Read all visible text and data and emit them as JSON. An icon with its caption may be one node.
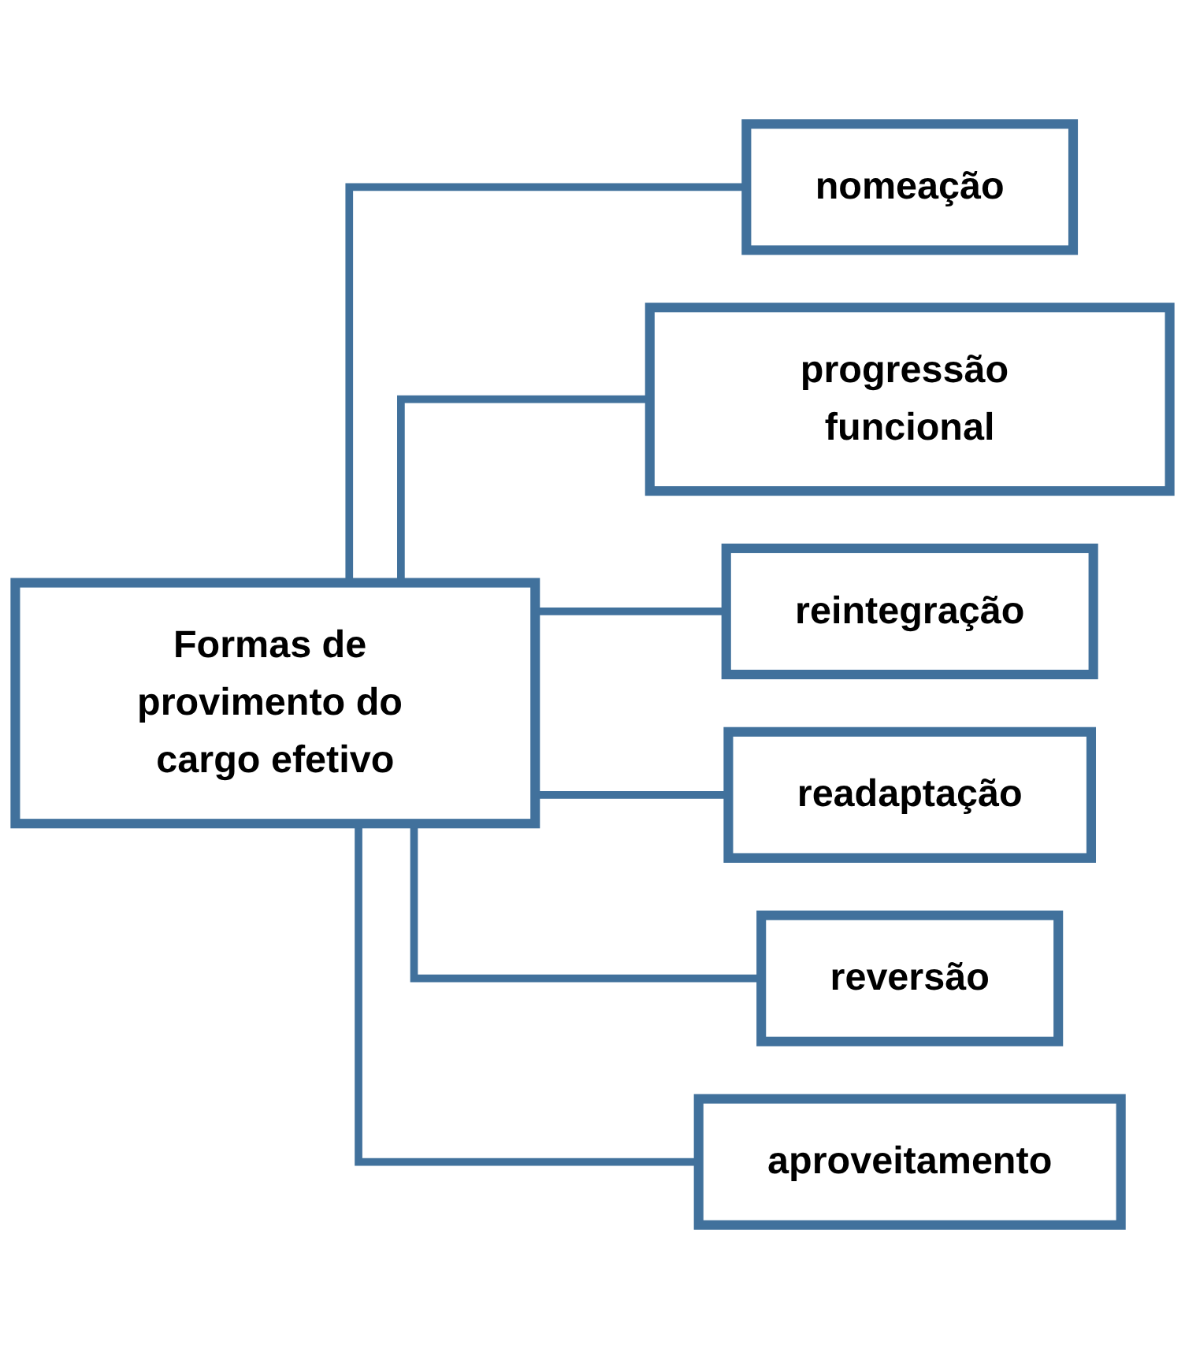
{
  "diagram": {
    "nodes": [
      {
        "text": [
          "Formas de provimento do cargo efetivo"
        ]
      },
      {
        "text": [
          "nomeação"
        ]
      },
      {
        "text": [
          "progressão funcional"
        ]
      },
      {
        "text": [
          "reintegração"
        ]
      },
      {
        "text": [
          "readaptação"
        ]
      },
      {
        "text": [
          "reversão"
        ]
      },
      {
        "text": [
          "aproveitamento"
        ]
      }
    ],
    "edges": [
      {
        "from": 0,
        "to": 1,
        "arrow": "none"
      },
      {
        "from": 0,
        "to": 2,
        "arrow": "none"
      },
      {
        "from": 0,
        "to": 3,
        "arrow": "none"
      },
      {
        "from": 0,
        "to": 4,
        "arrow": "none"
      },
      {
        "from": 0,
        "to": 5,
        "arrow": "none"
      },
      {
        "from": 0,
        "to": 6,
        "arrow": "none"
      }
    ]
  }
}
